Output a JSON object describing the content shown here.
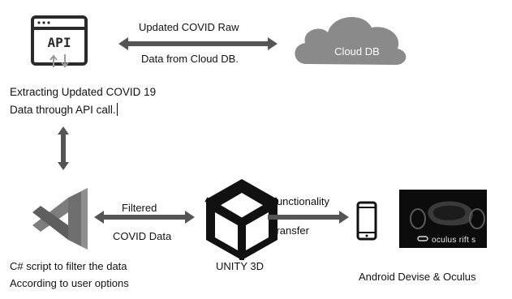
{
  "nodes": {
    "api": {
      "icon_label": "API",
      "caption_line1": "Extracting Updated COVID 19",
      "caption_line2": "Data through API call."
    },
    "cloud_db": {
      "label": "Cloud DB"
    },
    "vscode": {
      "caption_line1": "C# script to filter the data",
      "caption_line2": "According to user options"
    },
    "unity": {
      "caption": "UNITY 3D"
    },
    "devices": {
      "caption": "Android Devise & Oculus",
      "oculus_label": "oculus rift s"
    }
  },
  "edges": {
    "api_cloud": {
      "label_top": "Updated COVID Raw",
      "label_bottom": "Data from Cloud DB."
    },
    "vscode_unity": {
      "label_top": "Filtered",
      "label_bottom": "COVID Data"
    },
    "unity_devices": {
      "label_top": "Functionality",
      "label_bottom": "Transfer"
    }
  },
  "colors": {
    "arrow": "#555555",
    "cloud": "#8a8a8a",
    "icon_dark": "#2a2a2a",
    "vscode": "#6f6f6f",
    "oculus_bg": "#0c0c0c"
  }
}
